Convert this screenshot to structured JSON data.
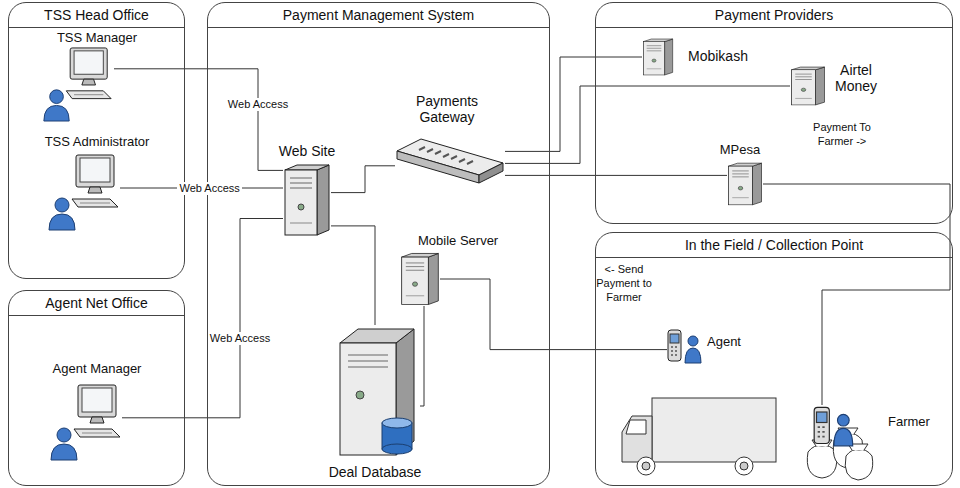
{
  "diagram": {
    "nodes": [
      {
        "text": [
          "TSS Head Office"
        ]
      },
      {
        "text": [
          "TSS Manager"
        ],
        "in": 0
      },
      {
        "text": [
          "TSS Administrator"
        ],
        "in": 0
      },
      {
        "text": [
          "Agent Net Office"
        ]
      },
      {
        "text": [
          "Agent Manager"
        ],
        "in": 3
      },
      {
        "text": [
          "Payment Management System"
        ]
      },
      {
        "text": [
          "Web Site"
        ],
        "in": 5
      },
      {
        "text": [
          "Payments Gateway"
        ],
        "in": 5
      },
      {
        "text": [
          "Mobile Server"
        ],
        "in": 5
      },
      {
        "text": [
          "Deal Database"
        ],
        "in": 5
      },
      {
        "text": [
          "Payment Providers"
        ]
      },
      {
        "text": [
          "Mobikash"
        ],
        "in": 10
      },
      {
        "text": [
          "Airtel Money"
        ],
        "in": 10
      },
      {
        "text": [
          "MPesa"
        ],
        "in": 10
      },
      {
        "text": [
          "In the Field / Collection Point"
        ]
      },
      {
        "text": [
          "Agent"
        ],
        "in": 14
      },
      {
        "text": [
          "Farmer"
        ],
        "in": 14
      }
    ],
    "edges": [
      {
        "from": 1,
        "to": 6,
        "label": "Web Access",
        "arrow": "none"
      },
      {
        "from": 2,
        "to": 6,
        "label": "Web Access",
        "arrow": "none"
      },
      {
        "from": 4,
        "to": 6,
        "label": "Web Access",
        "arrow": "none"
      },
      {
        "from": 6,
        "to": 7,
        "arrow": "none"
      },
      {
        "from": 6,
        "to": 9,
        "arrow": "none"
      },
      {
        "from": 8,
        "to": 9,
        "arrow": "none"
      },
      {
        "from": 8,
        "to": 15,
        "arrow": "none"
      },
      {
        "from": 7,
        "to": 11,
        "arrow": "none"
      },
      {
        "from": 7,
        "to": 12,
        "arrow": "none"
      },
      {
        "from": 7,
        "to": 13,
        "arrow": "none"
      },
      {
        "from": 13,
        "to": 16,
        "arrow": "none"
      }
    ],
    "labels": [
      "Payment To Farmer ->",
      "<- Send Payment to Farmer"
    ]
  }
}
